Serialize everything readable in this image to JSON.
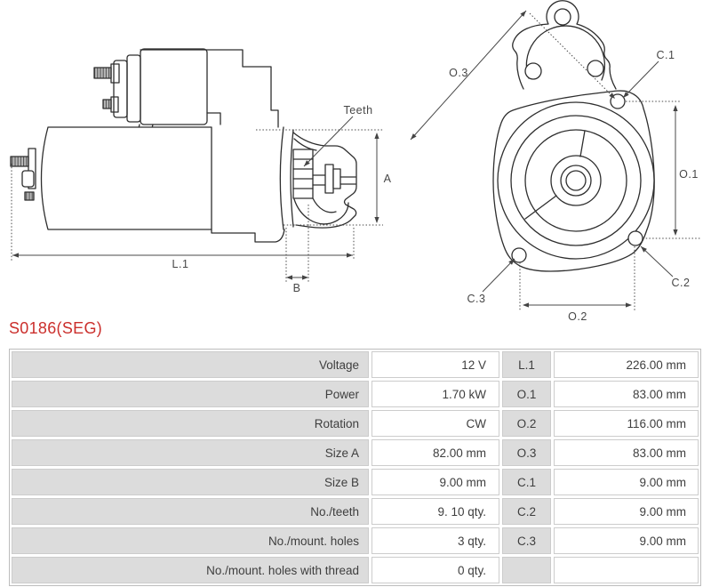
{
  "title": {
    "text": "S0186(SEG)",
    "color": "#cb2f2c"
  },
  "side_view": {
    "labels": {
      "teeth": "Teeth",
      "length": "L.1",
      "height": "A",
      "width_b": "B"
    }
  },
  "front_view": {
    "labels": {
      "o1": "O.1",
      "o2": "O.2",
      "o3": "O.3",
      "c1": "C.1",
      "c2": "C.2",
      "c3": "C.3"
    }
  },
  "table": {
    "rows": [
      {
        "label": "Voltage",
        "value": "12 V",
        "dim": "L.1",
        "dim_value": "226.00 mm"
      },
      {
        "label": "Power",
        "value": "1.70 kW",
        "dim": "O.1",
        "dim_value": "83.00 mm"
      },
      {
        "label": "Rotation",
        "value": "CW",
        "dim": "O.2",
        "dim_value": "116.00 mm"
      },
      {
        "label": "Size A",
        "value": "82.00 mm",
        "dim": "O.3",
        "dim_value": "83.00 mm"
      },
      {
        "label": "Size B",
        "value": "9.00 mm",
        "dim": "C.1",
        "dim_value": "9.00 mm"
      },
      {
        "label": "No./teeth",
        "value": "9. 10 qty.",
        "dim": "C.2",
        "dim_value": "9.00 mm"
      },
      {
        "label": "No./mount. holes",
        "value": "3 qty.",
        "dim": "C.3",
        "dim_value": "9.00 mm"
      },
      {
        "label": "No./mount. holes with thread",
        "value": "0 qty.",
        "dim": "",
        "dim_value": ""
      }
    ]
  }
}
